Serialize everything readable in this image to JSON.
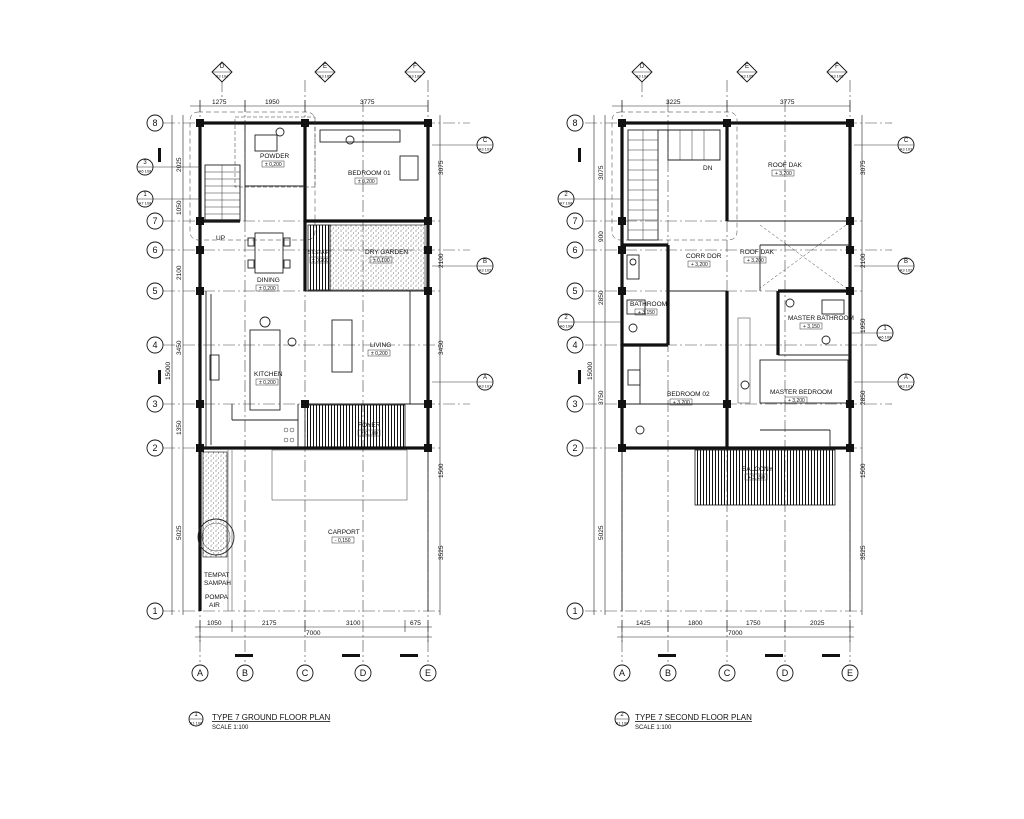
{
  "plans": [
    {
      "title": "TYPE 7 GROUND FLOOR PLAN",
      "scale": "SCALE 1:100",
      "badge": {
        "num": "1",
        "ref": "A1 108"
      },
      "top_dims": [
        "1275",
        "1950",
        "3775"
      ],
      "bottom_dims": [
        "1050",
        "2175",
        "3100",
        "675"
      ],
      "bottom_total": "7000",
      "left_dims": [
        "2025",
        "1050",
        "2100",
        "3450",
        "1350",
        "5025"
      ],
      "left_total": "15000",
      "right_dims": [
        "3075",
        "2100",
        "3450",
        "1500",
        "3525"
      ],
      "rooms": [
        {
          "name": "POWDER",
          "level": "± 0,200"
        },
        {
          "name": "BEDROOM 01",
          "level": "± 0,200"
        },
        {
          "name": "DRY GARDEN",
          "level": "± 0,100"
        },
        {
          "name": "ST.STAIR",
          "level": "± 0,200"
        },
        {
          "name": "DINING",
          "level": "± 0,200"
        },
        {
          "name": "LIVING",
          "level": "± 0,200"
        },
        {
          "name": "KITCHEN",
          "level": "± 0,200"
        },
        {
          "name": "FOYER",
          "level": "± 0,100"
        },
        {
          "name": "CARPORT",
          "level": "- 0,150"
        }
      ],
      "labels": {
        "up": "UP",
        "tempat": "TEMPAT",
        "sampah": "SAMPAH",
        "pompa": "POMPA",
        "air": "AIR"
      },
      "sec_left": [
        {
          "n": "3",
          "r": "A6 108"
        },
        {
          "n": "1",
          "r": "A7 108"
        }
      ],
      "sec_right": [
        {
          "n": "C",
          "r": "A3 103"
        },
        {
          "n": "B",
          "r": "A3 102"
        },
        {
          "n": "A",
          "r": "A3 101"
        }
      ]
    },
    {
      "title": "TYPE 7 SECOND FLOOR PLAN",
      "scale": "SCALE 1:100",
      "badge": {
        "num": "2",
        "ref": "A1 108"
      },
      "top_dims": [
        "3225",
        "3775"
      ],
      "bottom_dims": [
        "1425",
        "1800",
        "1750",
        "2025"
      ],
      "bottom_total": "7000",
      "left_dims": [
        "3075",
        "900",
        "2850",
        "3750",
        "5025"
      ],
      "left_total": "15000",
      "right_dims": [
        "3075",
        "2100",
        "1950",
        "2850",
        "1500",
        "3525"
      ],
      "rooms": [
        {
          "name": "ROOF DAK",
          "level": "+ 3,200"
        },
        {
          "name": "CORR DOR",
          "level": "+ 3,200"
        },
        {
          "name": "ROOF DAK",
          "level": "+ 3,200"
        },
        {
          "name": "BATHROOM",
          "level": "+ 3,150"
        },
        {
          "name": "MASTER BATHROOM",
          "level": "+ 3,150"
        },
        {
          "name": "BEDROOM 02",
          "level": "+ 3,200"
        },
        {
          "name": "MASTER BEDROOM",
          "level": "+ 3,200"
        },
        {
          "name": "BALCONY",
          "level": "+ 3,150"
        }
      ],
      "labels": {
        "dn": "DN"
      },
      "sec_left": [
        {
          "n": "2",
          "r": "A7 108"
        },
        {
          "n": "2",
          "r": "A6 108"
        }
      ],
      "sec_right": [
        {
          "n": "C",
          "r": "A3 103"
        },
        {
          "n": "B",
          "r": "A3 102"
        },
        {
          "n": "1",
          "r": "A6 108"
        },
        {
          "n": "A",
          "r": "A3 101"
        }
      ]
    }
  ],
  "axes_top": [
    {
      "n": "D",
      "r": "A3 104"
    },
    {
      "n": "E",
      "r": "A3 105"
    },
    {
      "n": "F",
      "r": "A3 106"
    }
  ],
  "grid_cols": [
    "A",
    "B",
    "C",
    "D",
    "E"
  ],
  "grid_rows": [
    "8",
    "7",
    "6",
    "5",
    "4",
    "3",
    "2",
    "1"
  ]
}
